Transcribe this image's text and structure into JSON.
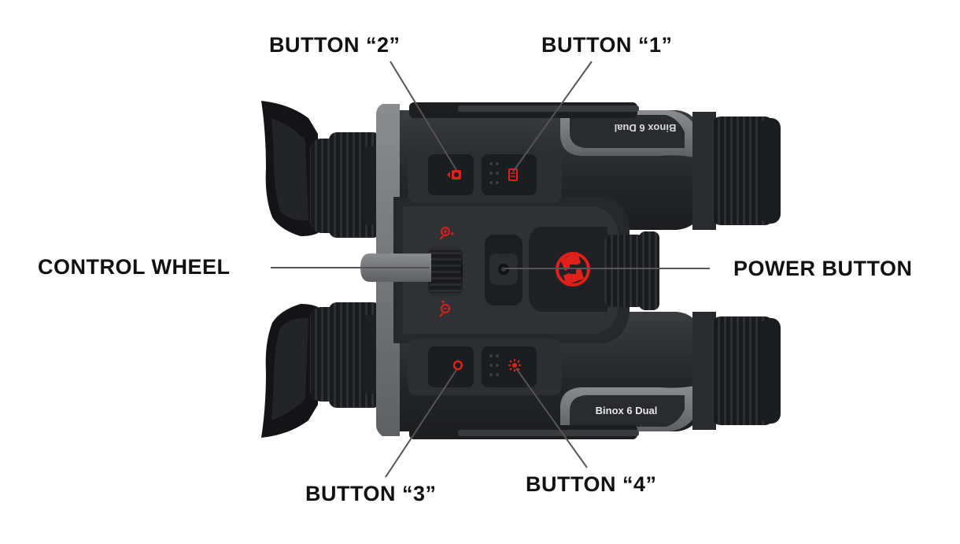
{
  "diagram": {
    "labels": {
      "button2": "BUTTON “2”",
      "button1": "BUTTON “1”",
      "control_wheel": "CONTROL WHEEL",
      "power_button": "POWER BUTTON",
      "button3": "BUTTON “3”",
      "button4": "BUTTON “4”"
    },
    "device": {
      "model_top": "Binox 6 Dual",
      "model_bottom": "Binox 6 Dual"
    },
    "colors": {
      "body": "#2a2c2f",
      "body_dark": "#1b1c1e",
      "accent_gray": "#6e7075",
      "icon_red": "#e0201b",
      "leader_line": "#555555",
      "label_text": "#111111"
    },
    "icons": [
      "camera-icon",
      "menu-icon",
      "record-icon",
      "laser-icon",
      "zoom-in-icon",
      "zoom-out-icon",
      "power-icon",
      "brand-logo"
    ]
  }
}
